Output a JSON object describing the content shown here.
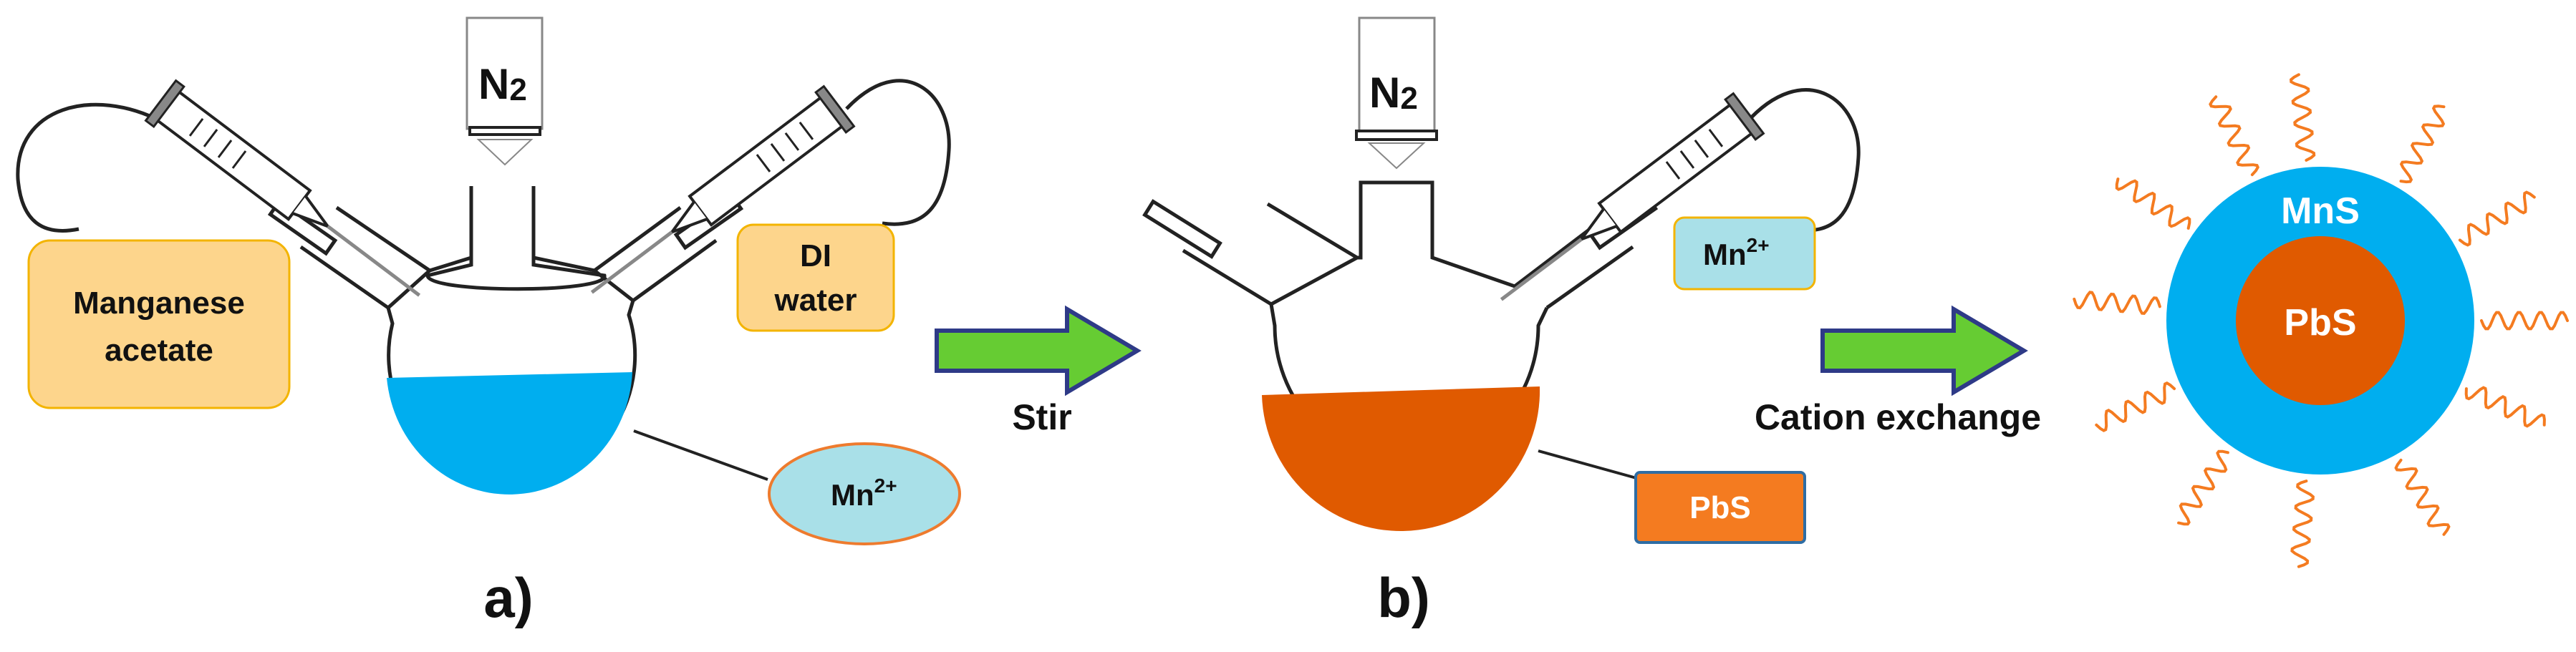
{
  "panel_a": {
    "gas": "N",
    "gas_subscript": "2",
    "left_box": {
      "line1": "Manganese",
      "line2": "acetate"
    },
    "right_box": {
      "line1": "DI",
      "line2": "water"
    },
    "ion": {
      "base": "Mn",
      "charge": "2+"
    },
    "caption": "a)"
  },
  "arrow_1": {
    "label": "Stir"
  },
  "panel_b": {
    "gas": "N",
    "gas_subscript": "2",
    "ion": {
      "base": "Mn",
      "charge": "2+"
    },
    "product": "PbS",
    "caption": "b)"
  },
  "arrow_2": {
    "label": "Cation exchange"
  },
  "particle": {
    "shell": "MnS",
    "core": "PbS"
  },
  "colors": {
    "solution_blue": "#00aeef",
    "solution_orange": "#e05a00",
    "box_yellow": "#fdd58c",
    "box_yellow_border": "#f3b400",
    "ion_fill": "#a9e0e8",
    "ion_border": "#ee7b2e",
    "pbs_label": "#f47b20",
    "arrow_green": "#66cc33",
    "arrow_border": "#2e3a87",
    "shell": "#00aeef",
    "core": "#e05a00",
    "ligand": "#f47b20"
  }
}
